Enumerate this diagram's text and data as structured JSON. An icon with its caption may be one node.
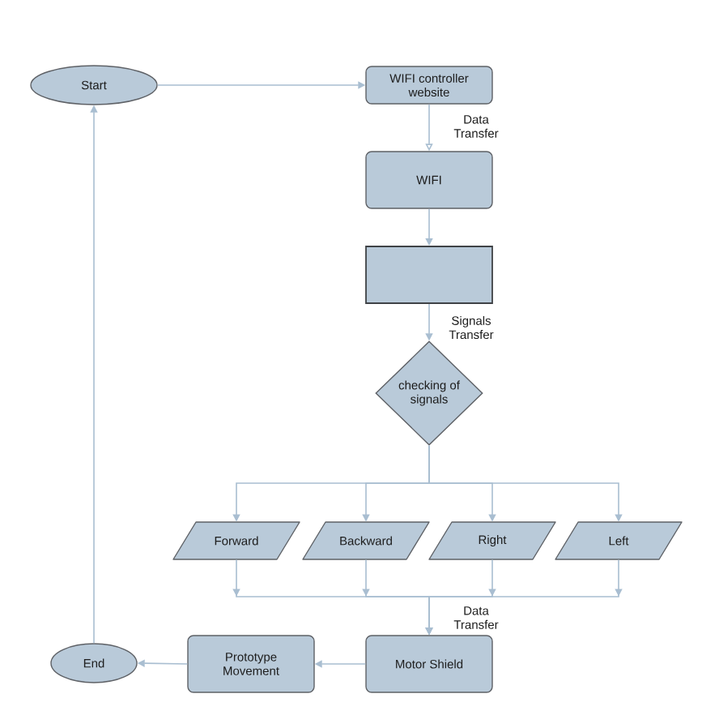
{
  "diagram": {
    "nodes": [
      {
        "text": [
          "Start"
        ]
      },
      {
        "text": [
          "WIFI controller website"
        ]
      },
      {
        "text": [
          "WIFI"
        ]
      },
      {
        "text": [],
        "shape": "box"
      },
      {
        "text": [
          "checking of signals"
        ]
      },
      {
        "text": [
          "Forward"
        ]
      },
      {
        "text": [
          "Backward"
        ]
      },
      {
        "text": [
          "Right"
        ]
      },
      {
        "text": [
          "Left"
        ]
      },
      {
        "text": [
          "Motor Shield"
        ]
      },
      {
        "text": [
          "Prototype Movement"
        ]
      },
      {
        "text": [
          "End"
        ]
      }
    ],
    "edges": [
      {
        "from": 0,
        "to": 1,
        "arrow": "to"
      },
      {
        "from": 1,
        "to": 2,
        "arrow": "to",
        "label": "Data Transfer"
      },
      {
        "from": 2,
        "to": 3,
        "arrow": "to"
      },
      {
        "from": 3,
        "to": 4,
        "arrow": "to",
        "label": "Signals Transfer"
      },
      {
        "from": 4,
        "to": 5,
        "arrow": "to"
      },
      {
        "from": 4,
        "to": 6,
        "arrow": "to"
      },
      {
        "from": 4,
        "to": 7,
        "arrow": "to"
      },
      {
        "from": 4,
        "to": 8,
        "arrow": "to"
      },
      {
        "from": 5,
        "to": 9,
        "arrow": "to"
      },
      {
        "from": 6,
        "to": 9,
        "arrow": "to"
      },
      {
        "from": 7,
        "to": 9,
        "arrow": "to"
      },
      {
        "from": 8,
        "to": 9,
        "arrow": "to"
      },
      {
        "from": 9,
        "to": 10,
        "arrow": "to"
      },
      {
        "from": 10,
        "to": 11,
        "arrow": "to"
      },
      {
        "from": 11,
        "to": 0,
        "arrow": "to"
      }
    ],
    "labels": [
      "Data Transfer"
    ]
  }
}
